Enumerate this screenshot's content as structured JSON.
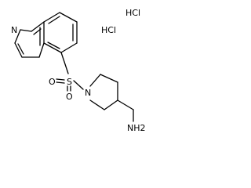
{
  "molecule": {
    "salts": [
      "HCl",
      "HCl"
    ],
    "atoms": {
      "isoquinoline_n": "N",
      "sulfonyl_s": "S",
      "sulfonyl_o_upper": "O",
      "sulfonyl_o_lower": "O",
      "piperidine_n": "N",
      "amine": "NH2"
    }
  }
}
